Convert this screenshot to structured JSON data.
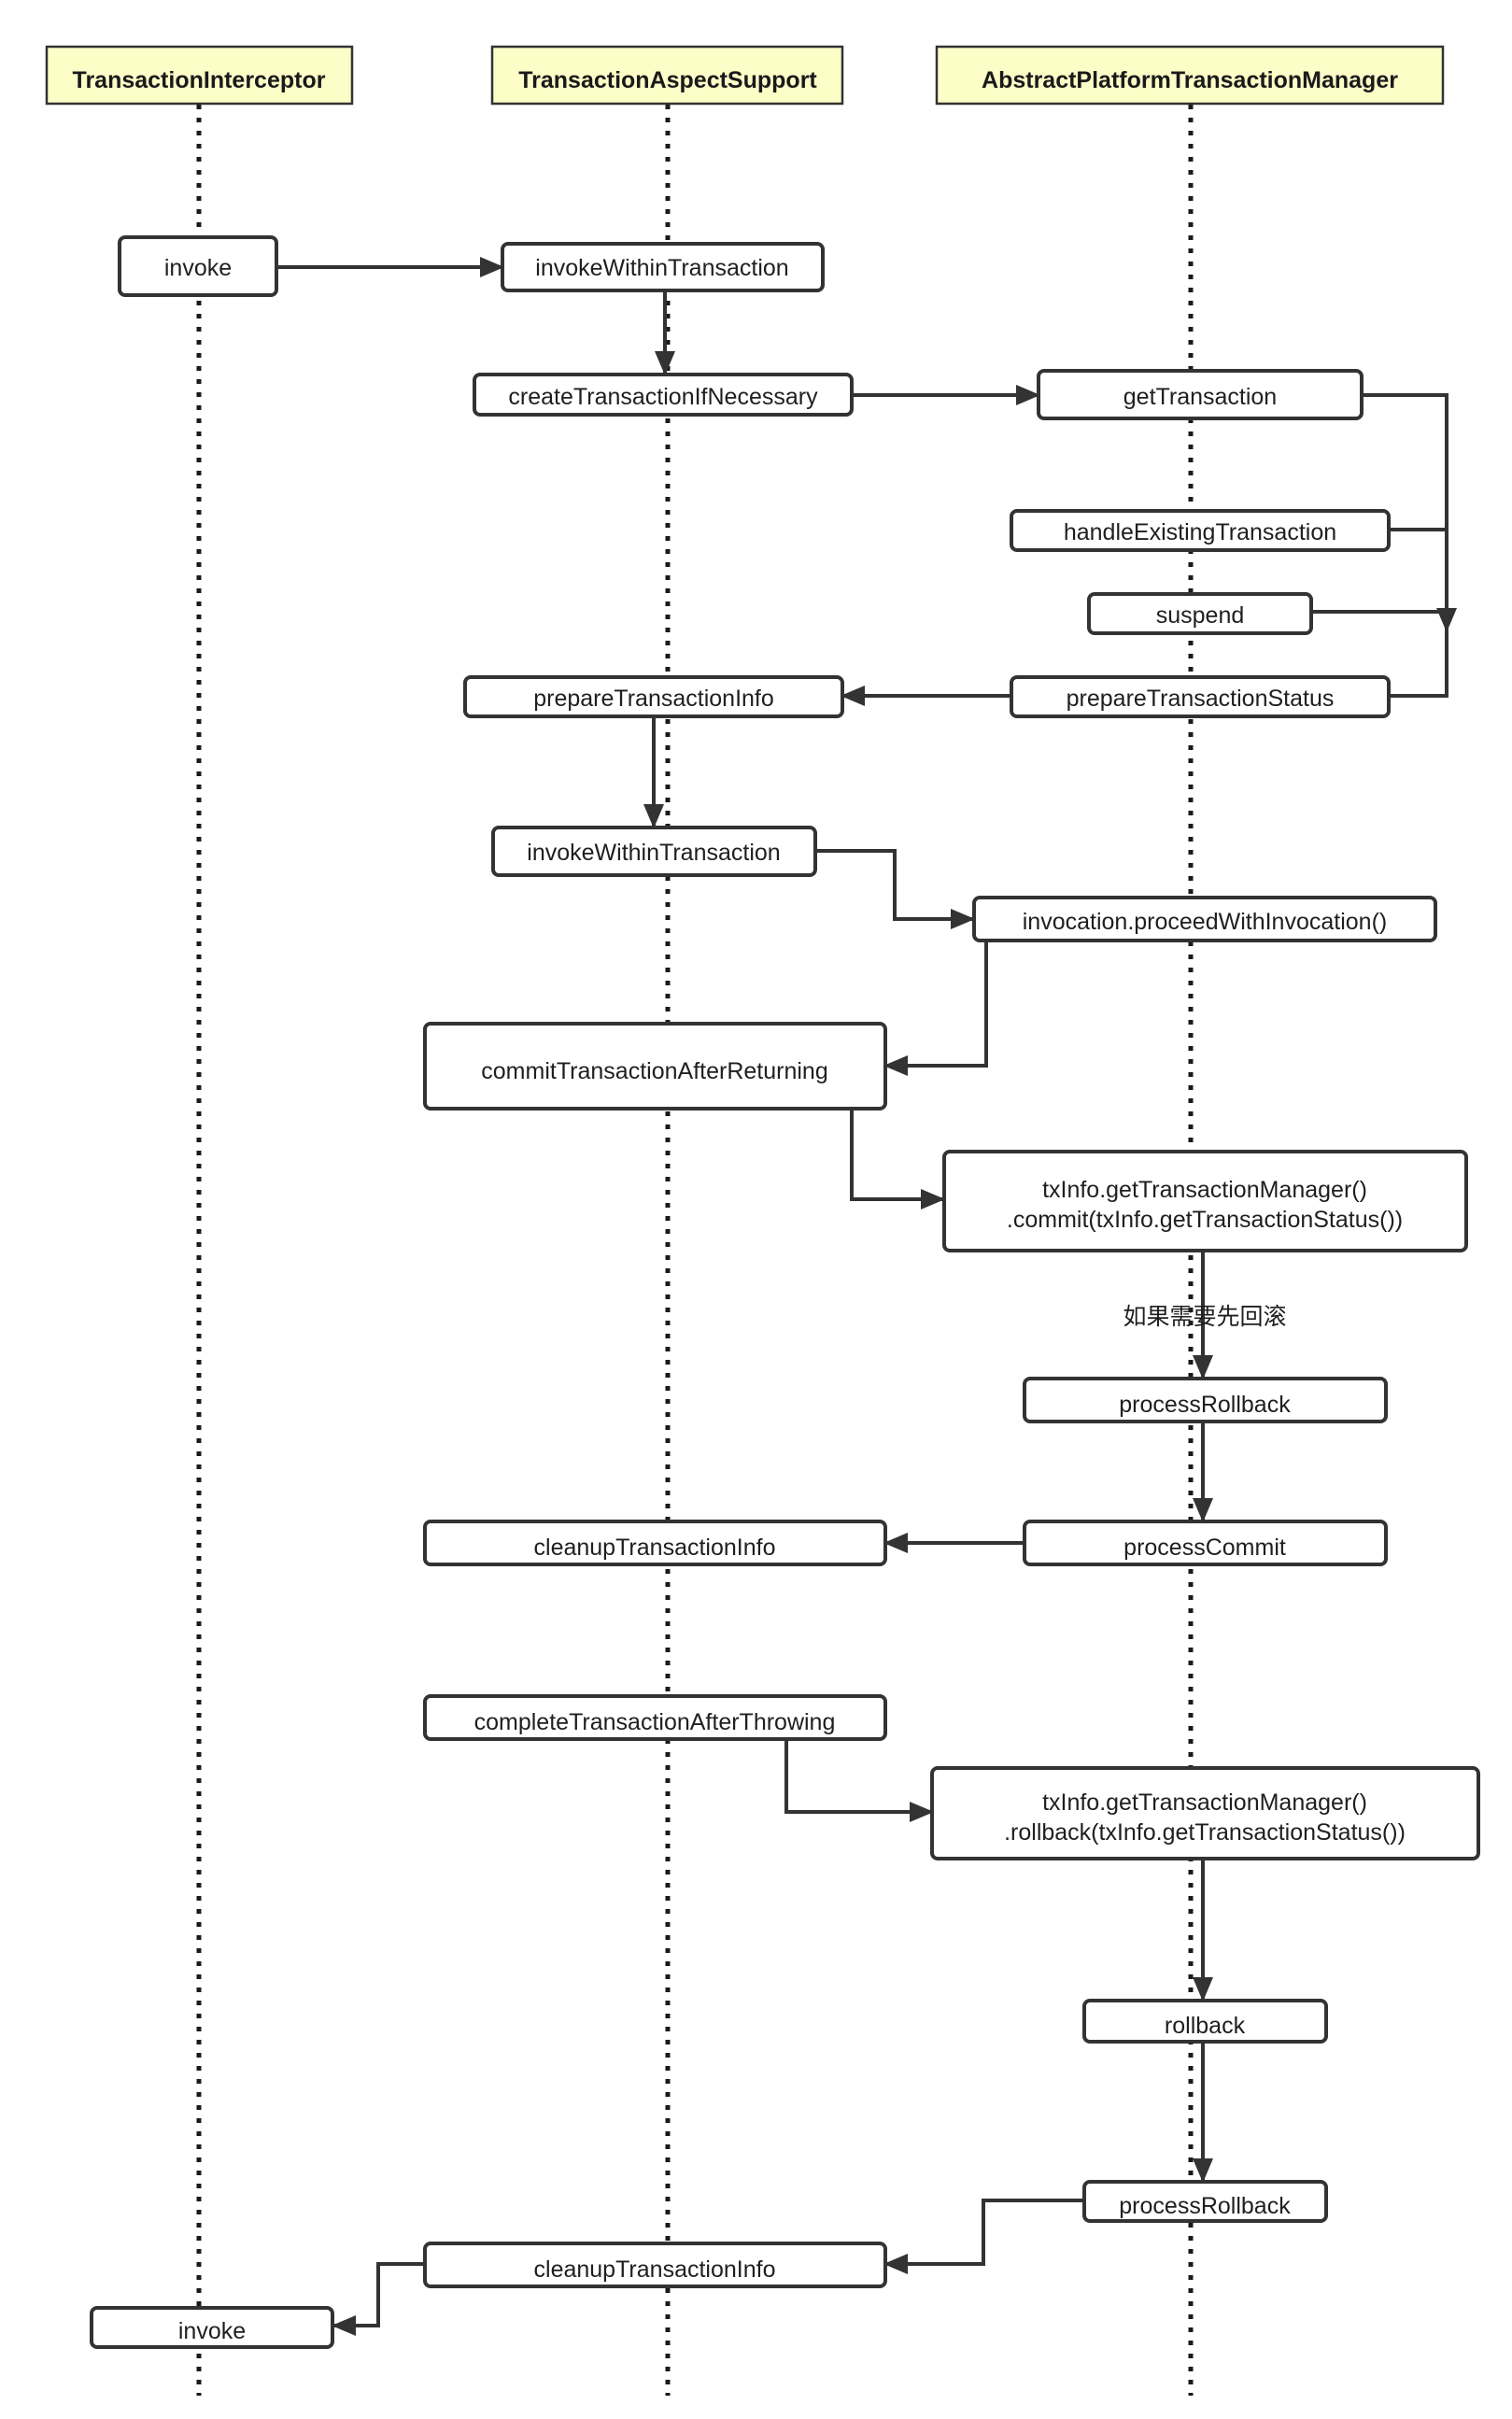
{
  "participants": {
    "interceptor": "TransactionInterceptor",
    "aspect_support": "TransactionAspectSupport",
    "manager": "AbstractPlatformTransactionManager"
  },
  "steps": {
    "invoke_start": "invoke",
    "invoke_within_1": "invokeWithinTransaction",
    "create_if_necessary": "createTransactionIfNecessary",
    "get_transaction": "getTransaction",
    "handle_existing": "handleExistingTransaction",
    "suspend": "suspend",
    "prepare_status": "prepareTransactionStatus",
    "prepare_info": "prepareTransactionInfo",
    "invoke_within_2": "invokeWithinTransaction",
    "proceed": "invocation.proceedWithInvocation()",
    "commit_after_returning": "commitTransactionAfterReturning",
    "commit_line1": "txInfo.getTransactionManager()",
    "commit_line2": ".commit(txInfo.getTransactionStatus())",
    "rollback_note": "如果需要先回滚",
    "process_rollback_1": "processRollback",
    "process_commit": "processCommit",
    "cleanup_1": "cleanupTransactionInfo",
    "complete_after_throwing": "completeTransactionAfterThrowing",
    "rollback_line1": "txInfo.getTransactionManager()",
    "rollback_line2": ".rollback(txInfo.getTransactionStatus())",
    "rollback": "rollback",
    "process_rollback_2": "processRollback",
    "cleanup_2": "cleanupTransactionInfo",
    "invoke_end": "invoke"
  },
  "colors": {
    "header_fill": "#fdfdc8",
    "stroke": "#333333"
  }
}
